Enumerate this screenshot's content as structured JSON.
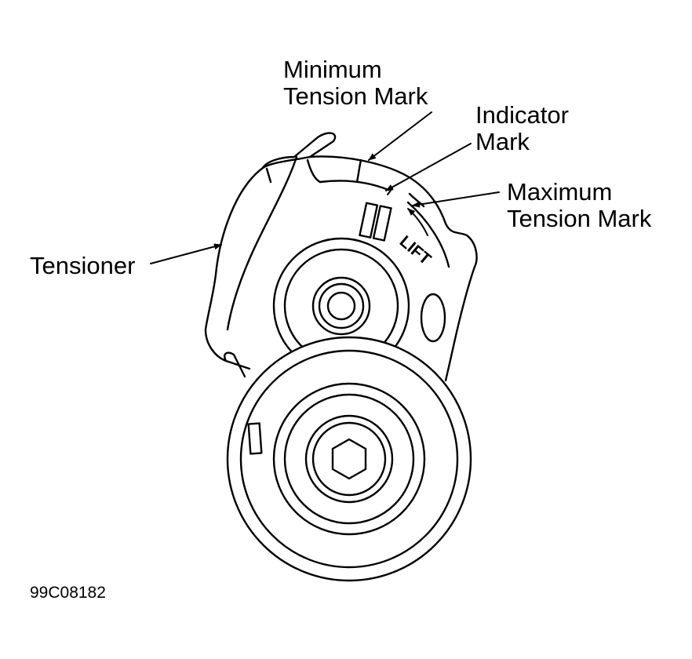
{
  "labels": {
    "minimum_tension_mark_line1": "Minimum",
    "minimum_tension_mark_line2": "Tension Mark",
    "indicator_mark_line1": "Indicator",
    "indicator_mark_line2": "Mark",
    "maximum_tension_mark_line1": "Maximum",
    "maximum_tension_mark_line2": "Tension Mark",
    "tensioner": "Tensioner"
  },
  "bracket_text": "LIFT",
  "figure_id": "99C08182"
}
